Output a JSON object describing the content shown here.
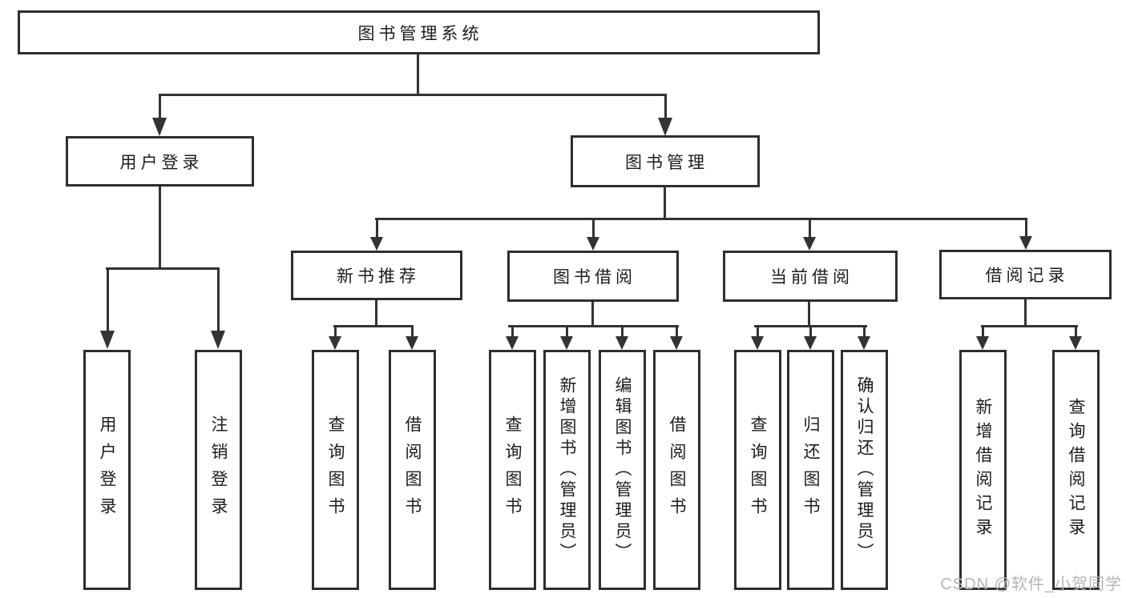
{
  "title": "图书管理系统",
  "level2": {
    "user": "用户登录",
    "books": "图书管理"
  },
  "level3": [
    "新书推荐",
    "图书借阅",
    "当前借阅",
    "借阅记录"
  ],
  "leaves": {
    "user": [
      "用户登录",
      "注销登录"
    ],
    "recommend": [
      "查询图书",
      "借阅图书"
    ],
    "borrow": [
      "查询图书",
      "新增图书（管理员）",
      "编辑图书（管理员）",
      "借阅图书"
    ],
    "current": [
      "查询图书",
      "归还图书",
      "确认归还（管理员）"
    ],
    "records": [
      "新增借阅记录",
      "查询借阅记录"
    ]
  },
  "watermark": "CSDN @软件_小贺同学",
  "colors": {
    "line": "#333333",
    "border": "#2e2e2e",
    "text": "#1c1c1c",
    "watermark": "#b5b5b5",
    "background": "#ffffff"
  }
}
